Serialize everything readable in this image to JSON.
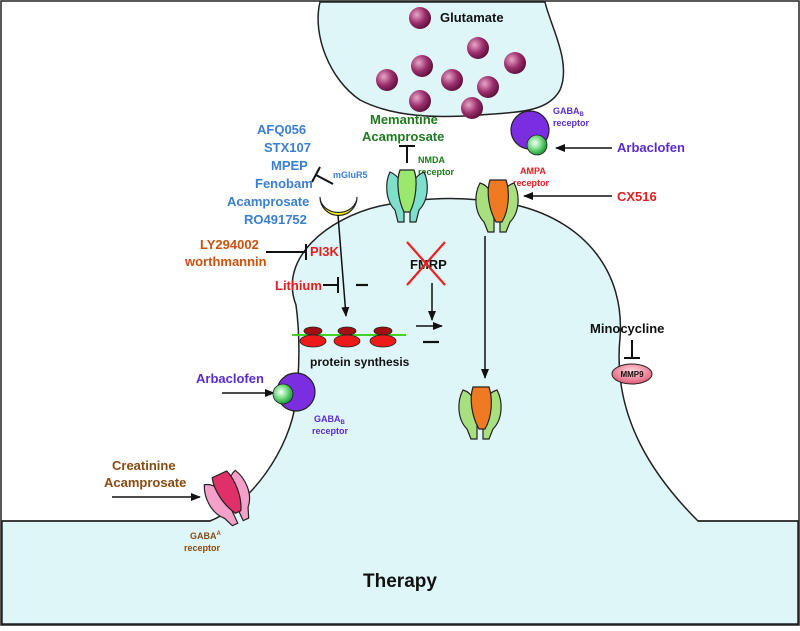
{
  "title": "Therapy",
  "presynaptic": {
    "label": "Glutamate"
  },
  "drugs": {
    "mglur5_list": [
      "AFQ056",
      "STX107",
      "MPEP",
      "Fenobam",
      "Acamprosate",
      "RO491752"
    ],
    "nmda_list": [
      "Memantine",
      "Acamprosate"
    ],
    "arbaclofen_top": "Arbaclofen",
    "cx516": "CX516",
    "pi3k_list": [
      "LY294002",
      "worthmannin"
    ],
    "lithium": "Lithium",
    "arbaclofen_bottom": "Arbaclofen",
    "gabaa_list": [
      "Creatinine",
      "Acamprosate"
    ],
    "minocycline": "Minocycline"
  },
  "receptors": {
    "mglur5": "mGluR5",
    "nmda": [
      "NMDA",
      "receptor"
    ],
    "ampa": [
      "AMPA",
      "receptor"
    ],
    "gabab_top": {
      "main": "GABA",
      "sub": "B",
      "line2": "receptor"
    },
    "gabab_bottom": {
      "main": "GABA",
      "sub": "B",
      "line2": "receptor"
    },
    "gabaa": {
      "main": "GABA",
      "sub": "A",
      "line2": "receptor"
    }
  },
  "labels": {
    "pi3k": "PI3K",
    "fmrp": "FMRP",
    "protein_synthesis": "protein synthesis",
    "mmp9": "MMP9"
  },
  "colors": {
    "blue_drugs": "#3a7fd0",
    "green_drugs": "#1e7a1e",
    "purple_drugs": "#5a2ccf",
    "red_drugs": "#e02020",
    "orange_drugs": "#c8520e",
    "brown_drugs": "#8a4b10",
    "cytoplasm": "#dff6f8"
  }
}
